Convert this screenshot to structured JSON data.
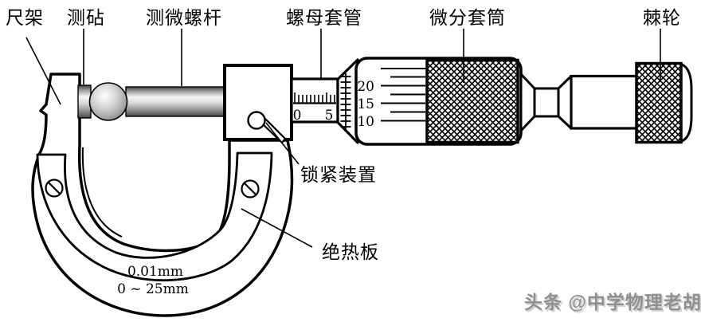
{
  "labels": {
    "frame": "尺架",
    "anvil": "测砧",
    "spindle": "测微螺杆",
    "sleeve": "螺母套管",
    "thimble": "微分套筒",
    "ratchet": "棘轮",
    "lock": "锁紧装置",
    "insulation": "绝热板"
  },
  "sleeve_scale": {
    "numbers": [
      "0",
      "5"
    ]
  },
  "thimble_scale": {
    "numbers": [
      "20",
      "15",
      "10"
    ]
  },
  "specs": {
    "precision": "0.01mm",
    "range": "0 ~ 25mm"
  },
  "watermark": "头条 @中学物理老胡",
  "colors": {
    "ink": "#000000",
    "metal_light": "#f5f5f5",
    "metal_dark": "#474747",
    "watermark": "#8f8f8f"
  }
}
